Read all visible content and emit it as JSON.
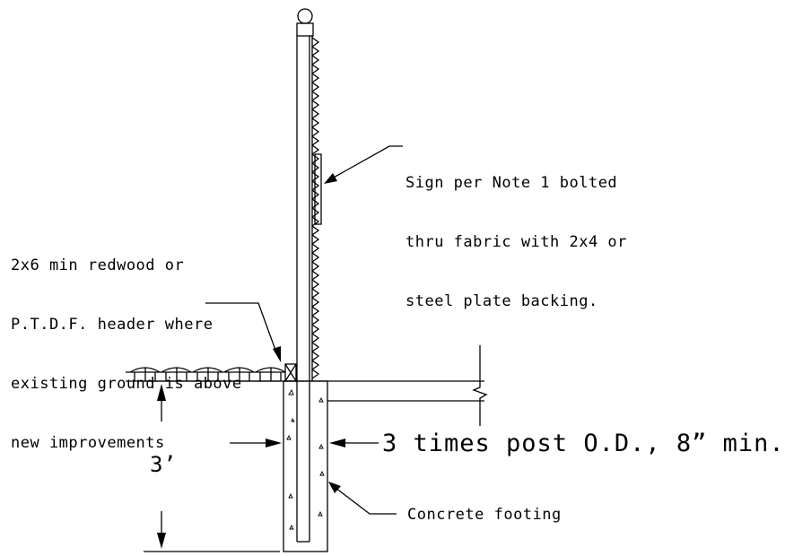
{
  "notes": {
    "sign": [
      "Sign per Note 1 bolted",
      "thru fabric with 2x4 or",
      "steel plate backing."
    ],
    "header": [
      "2x6 min redwood or",
      "P.T.D.F. header where",
      "existing ground is above",
      "new improvements"
    ],
    "width": "3 times post O.D., 8” min.",
    "depth": "3’",
    "footing": "Concrete footing"
  },
  "colors": {
    "line": "#000000",
    "background": "#ffffff"
  }
}
